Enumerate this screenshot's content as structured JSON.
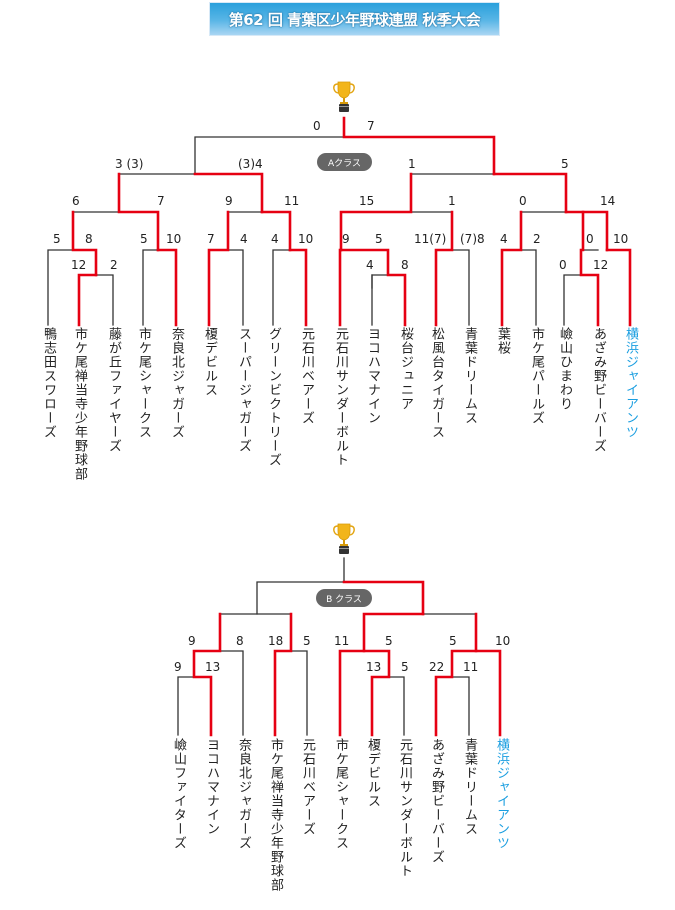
{
  "title": "第62 回 青葉区少年野球連盟 秋季大会",
  "colors": {
    "title_bg_top": "#2aa0dc",
    "title_bg_bottom": "#a9d6f3",
    "win_line": "#e60012",
    "lose_line": "#333333",
    "champion_text": "#1a9ee0",
    "pill_bg": "#666666"
  },
  "bracket_a": {
    "label": "Aクラス",
    "champion": "横浜ジャイアンツ",
    "final": {
      "left_score": "0",
      "right_score": "7"
    },
    "semis": [
      {
        "left_score": "3 (3)",
        "right_score": "(3)4"
      },
      {
        "left_score": "1",
        "right_score": "5"
      }
    ],
    "quarters": [
      {
        "left_score": "6",
        "right_score": "7"
      },
      {
        "left_score": "9",
        "right_score": "11"
      },
      {
        "left_score": "15",
        "right_score": "1"
      },
      {
        "left_score": "0",
        "right_score": "14"
      }
    ],
    "round2": [
      {
        "left_score": "5",
        "right_score": "8"
      },
      {
        "left_score": "5",
        "right_score": "10"
      },
      {
        "left_score": "7",
        "right_score": "4"
      },
      {
        "left_score": "4",
        "right_score": "10"
      },
      {
        "left_score": "9",
        "right_score": "5"
      },
      {
        "left_score": "11(7)",
        "right_score": "(7)8"
      },
      {
        "left_score": "4",
        "right_score": "2"
      },
      {
        "left_score": "0",
        "right_score": "10"
      }
    ],
    "round1": [
      {
        "left_score": "12",
        "right_score": "2"
      },
      {
        "left_score": "4",
        "right_score": "8"
      },
      {
        "left_score": "0",
        "right_score": "12"
      }
    ],
    "teams": [
      "鴨志田スワローズ",
      "市ケ尾禅当寺少年野球部",
      "藤が丘ファイヤーズ",
      "市ケ尾シャークス",
      "奈良北ジャガーズ",
      "榎デビルス",
      "スーパージャガーズ",
      "グリーンビクトリーズ",
      "元石川ベアーズ",
      "元石川サンダーボルト",
      "ヨコハマナイン",
      "桜台ジュニア",
      "松風台タイガース",
      "青葉ドリームス",
      "葉桜",
      "市ケ尾パールズ",
      "嶮山ひまわり",
      "あざみ野ビーバーズ",
      "横浜ジャイアンツ"
    ]
  },
  "bracket_b": {
    "label": "B クラス",
    "champion": "横浜ジャイアンツ",
    "quarters": [
      {
        "left_score": "9",
        "right_score": "8"
      },
      {
        "left_score": "18",
        "right_score": "5"
      },
      {
        "left_score": "11",
        "right_score": "5"
      },
      {
        "left_score": "5",
        "right_score": "10"
      }
    ],
    "round1": [
      {
        "left_score": "9",
        "right_score": "13"
      },
      {
        "left_score": "13",
        "right_score": "5"
      },
      {
        "left_score": "22",
        "right_score": "11"
      }
    ],
    "teams": [
      "嶮山ファイターズ",
      "ヨコハマナイン",
      "奈良北ジャガーズ",
      "市ケ尾禅当寺少年野球部",
      "元石川ベアーズ",
      "市ケ尾シャークス",
      "榎デビルス",
      "元石川サンダーボルト",
      "あざみ野ビーバーズ",
      "青葉ドリームス",
      "横浜ジャイアンツ"
    ]
  }
}
